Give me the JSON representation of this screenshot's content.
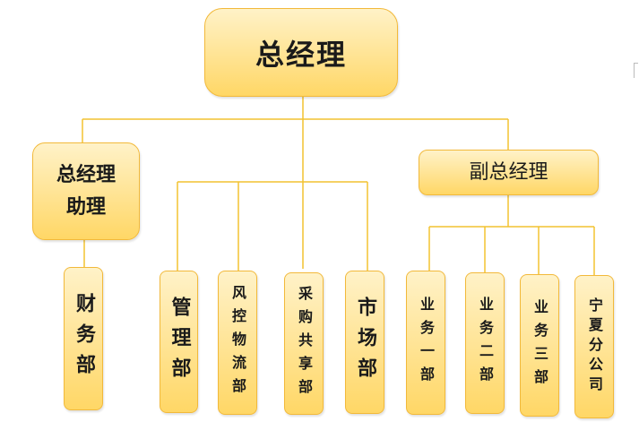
{
  "diagram": {
    "ceo": "总经理",
    "assistant": [
      "总经理",
      "助理"
    ],
    "vice": "副总经理",
    "assistant_departments": [
      "财务部"
    ],
    "ceo_departments": [
      "管理部",
      "风控物流部",
      "采购共享部",
      "市场部"
    ],
    "vice_departments": [
      "业务一部",
      "业务二部",
      "业务三部",
      "宁夏分公司"
    ]
  },
  "colors": {
    "box_fill_top": "#fff2c8",
    "box_fill_bottom": "#ffd766",
    "box_border": "#f2b93a",
    "connector": "#f2c230"
  }
}
